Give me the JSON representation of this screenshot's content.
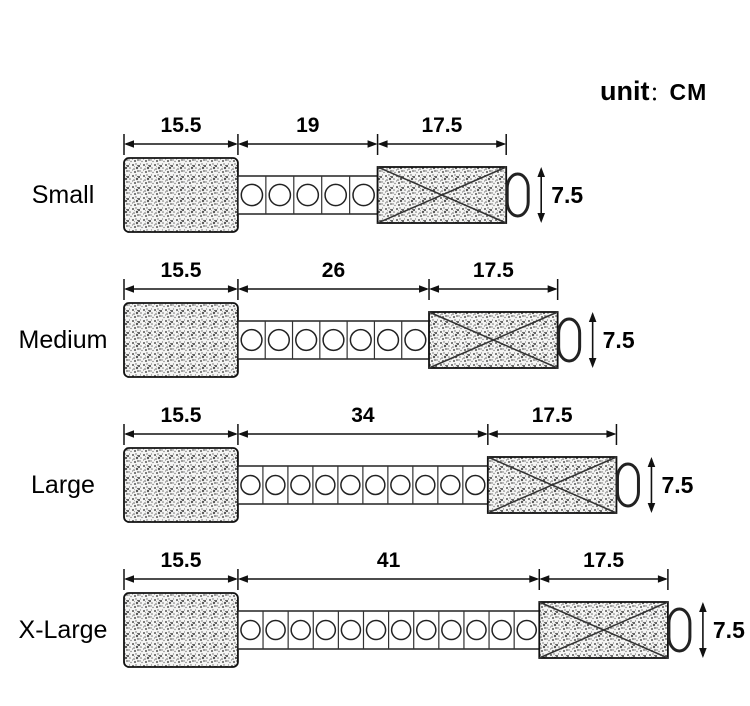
{
  "unit": {
    "label": "unit",
    "separator": "：",
    "value": "CM"
  },
  "rows": [
    {
      "label": "Small",
      "segments": [
        15.5,
        19,
        17.5
      ],
      "height": 7.5,
      "holes": 5
    },
    {
      "label": "Medium",
      "segments": [
        15.5,
        26,
        17.5
      ],
      "height": 7.5,
      "holes": 7
    },
    {
      "label": "Large",
      "segments": [
        15.5,
        34,
        17.5
      ],
      "height": 7.5,
      "holes": 10
    },
    {
      "label": "X-Large",
      "segments": [
        15.5,
        41,
        17.5
      ],
      "height": 7.5,
      "holes": 12
    }
  ],
  "colors": {
    "ink": "#111111",
    "pad_fill": "#f5f5f4",
    "speckle": "#444444"
  }
}
